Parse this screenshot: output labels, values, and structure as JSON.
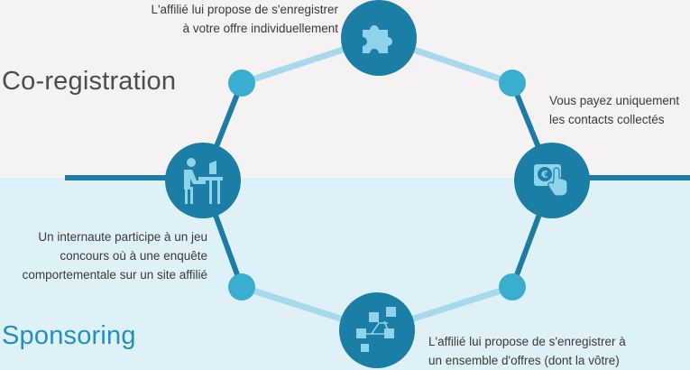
{
  "sections": {
    "top_title": "Co-registration",
    "bottom_title": "Sponsoring"
  },
  "captions": {
    "top": [
      "L'affilié lui propose de s'enregistrer",
      "à votre offre individuellement"
    ],
    "right": [
      "Vous payez uniquement",
      "les contacts collectés"
    ],
    "left": [
      "Un internaute participe à un jeu",
      "concours où à une enquête",
      "comportementale sur un site affilié"
    ],
    "bottom": [
      "L'affilié lui propose de s'enregistrer à",
      "un ensemble d'offres (dont la vôtre)"
    ]
  },
  "icons": {
    "top": "puzzle-piece-icon",
    "right": "euro-touch-icon",
    "left": "person-at-desk-icon",
    "bottom": "flowchart-icon"
  },
  "colors": {
    "node_dark": "#1a7ea6",
    "node_light": "#3aaed0",
    "line_dark": "#1c7ca4",
    "line_light": "#a6daea",
    "bg_top": "#f4f2f3",
    "bg_bottom": "#dff1f8",
    "sponsoring_text": "#1f91bd"
  }
}
